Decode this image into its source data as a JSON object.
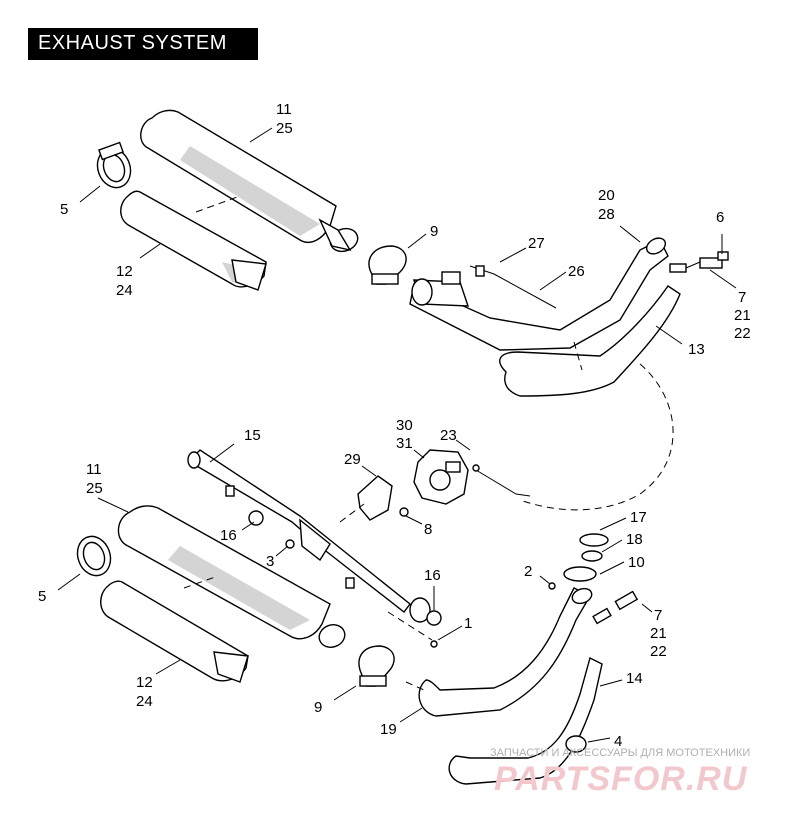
{
  "title": "EXHAUST SYSTEM",
  "callouts": {
    "c11a": "11",
    "c25a": "25",
    "c5a": "5",
    "c12a": "12",
    "c24a": "24",
    "c9a": "9",
    "c27": "27",
    "c26": "26",
    "c20": "20",
    "c28": "28",
    "c6": "6",
    "c7a": "7",
    "c21a": "21",
    "c22a": "22",
    "c13": "13",
    "c30": "30",
    "c31": "31",
    "c23": "23",
    "c29": "29",
    "c15": "15",
    "c11b": "11",
    "c25b": "25",
    "c16a": "16",
    "c8": "8",
    "c3": "3",
    "c5b": "5",
    "c16b": "16",
    "c1": "1",
    "c17": "17",
    "c18": "18",
    "c10": "10",
    "c2": "2",
    "c7b": "7",
    "c21b": "21",
    "c22b": "22",
    "c12b": "12",
    "c24b": "24",
    "c9b": "9",
    "c19": "19",
    "c14": "14",
    "c4": "4"
  },
  "watermark": {
    "tagline": "ЗАПЧАСТИ И АКСЕССУАРЫ ДЛЯ МОТОТЕХНИКИ",
    "brand": "PARTSFOR.RU"
  }
}
